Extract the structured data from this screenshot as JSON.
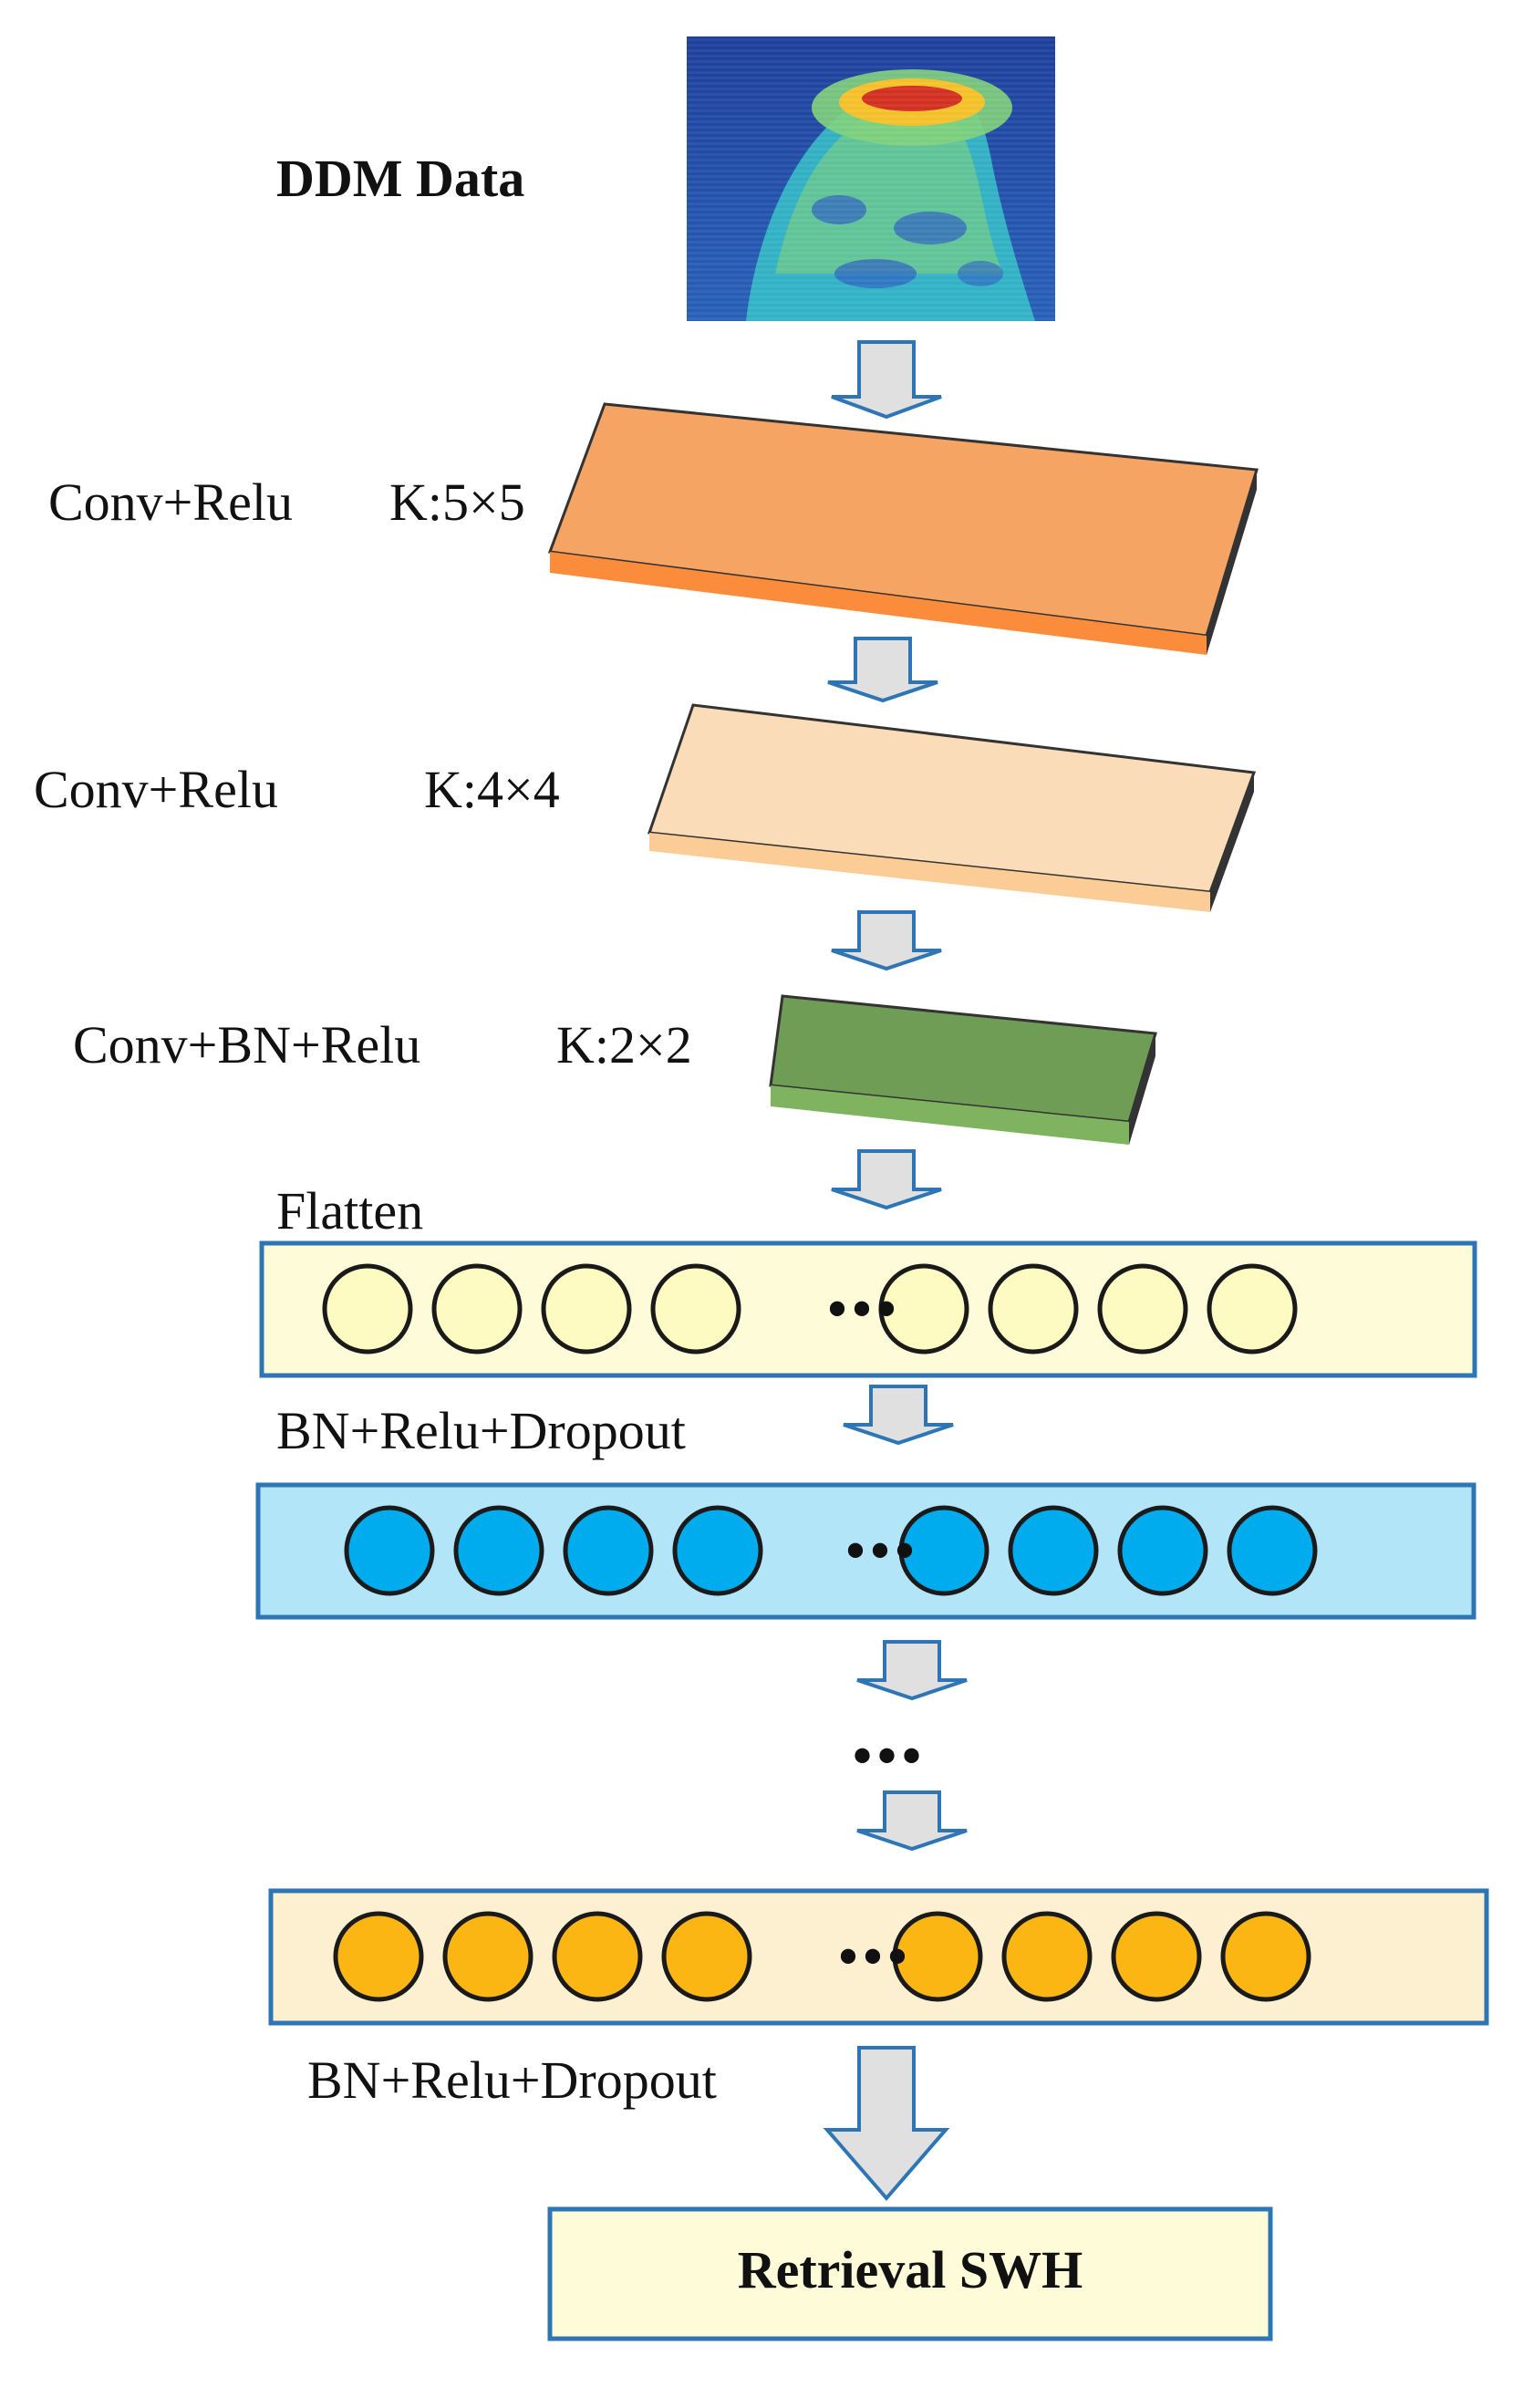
{
  "title": "DDM Data",
  "input_image": {
    "description_name": "ddm-heatmap",
    "colormap": [
      "#1e3c96",
      "#2c7fd6",
      "#35c1c8",
      "#7fd07a",
      "#f2c230",
      "#d23020"
    ]
  },
  "conv_layers": [
    {
      "op": "Conv+Relu",
      "kernel": "K:5×5",
      "color": "#f6a463",
      "edge": "#fb8c3c"
    },
    {
      "op": "Conv+Relu",
      "kernel": "K:4×4",
      "color": "#fbdcb9",
      "edge": "#fccc96"
    },
    {
      "op": "Conv+BN+Relu",
      "kernel": "K:2×2",
      "color": "#6f9d56",
      "edge": "#7fb35f"
    }
  ],
  "dense_layers": [
    {
      "label": "Flatten",
      "fill": "#fdfbd8",
      "node_color": "#fefbc2",
      "node_count": 8,
      "ellipsis": "•••"
    },
    {
      "label": "BN+Relu+Dropout",
      "fill": "#b3e5f9",
      "node_color": "#00aced",
      "node_count": 8,
      "ellipsis": "•••"
    },
    {
      "label": "BN+Relu+Dropout",
      "fill": "#fdf0d0",
      "node_color": "#fbb614",
      "node_count": 8,
      "ellipsis": "•••"
    }
  ],
  "between_ellipsis": "•••",
  "output": {
    "label": "Retrieval SWH",
    "fill": "#fdfbd8"
  },
  "colors": {
    "border": "#2e75b6",
    "arrow_fill": "#e0e0e0",
    "arrow_stroke": "#2e75b6"
  }
}
